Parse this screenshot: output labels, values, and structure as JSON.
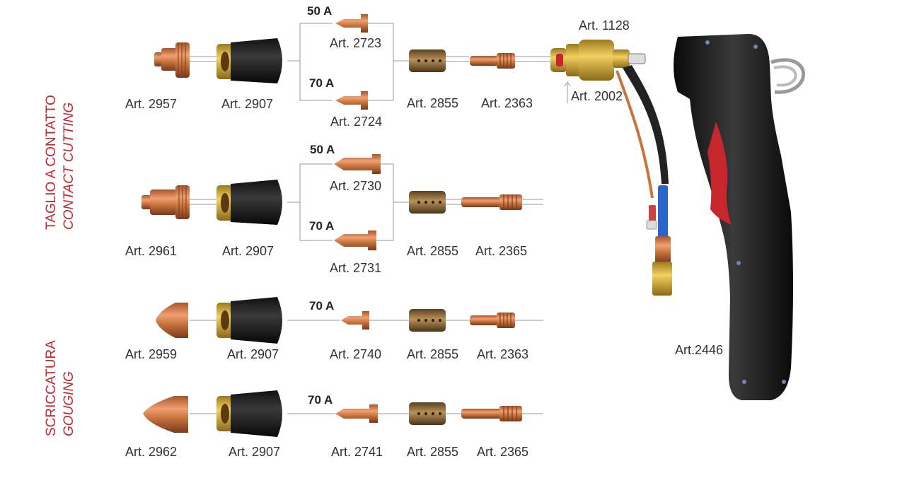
{
  "sections": {
    "contact": {
      "title": "TAGLIO A CONTATTO",
      "subtitle": "CONTACT CUTTING"
    },
    "gouging": {
      "title": "SCRICCATURA",
      "subtitle": "GOUGING"
    }
  },
  "torch": {
    "handle": "Art.2446",
    "head": "Art. 1128",
    "diffuser": "Art. 2002"
  },
  "rows": [
    {
      "shield": "Art. 2957",
      "nozzle_holder": "Art. 2907",
      "tips": [
        {
          "amp": "50 A",
          "art": "Art. 2723"
        },
        {
          "amp": "70 A",
          "art": "Art. 2724"
        }
      ],
      "swirl": "Art. 2855",
      "electrode": "Art. 2363"
    },
    {
      "shield": "Art. 2961",
      "nozzle_holder": "Art. 2907",
      "tips": [
        {
          "amp": "50 A",
          "art": "Art. 2730"
        },
        {
          "amp": "70 A",
          "art": "Art. 2731"
        }
      ],
      "swirl": "Art. 2855",
      "electrode": "Art. 2365"
    },
    {
      "shield": "Art. 2959",
      "nozzle_holder": "Art. 2907",
      "tips": [
        {
          "amp": "70 A",
          "art": "Art. 2740"
        }
      ],
      "swirl": "Art. 2855",
      "electrode": "Art. 2363"
    },
    {
      "shield": "Art. 2962",
      "nozzle_holder": "Art. 2907",
      "tips": [
        {
          "amp": "70 A",
          "art": "Art. 2741"
        }
      ],
      "swirl": "Art. 2855",
      "electrode": "Art. 2365"
    }
  ],
  "colors": {
    "accent_red": "#c7262d",
    "copper": "#c8743e",
    "brass": "#d9b13a",
    "black_part": "#1a1a1a",
    "swirl_ring": "#8a6a3c",
    "connector_line": "#999999"
  }
}
